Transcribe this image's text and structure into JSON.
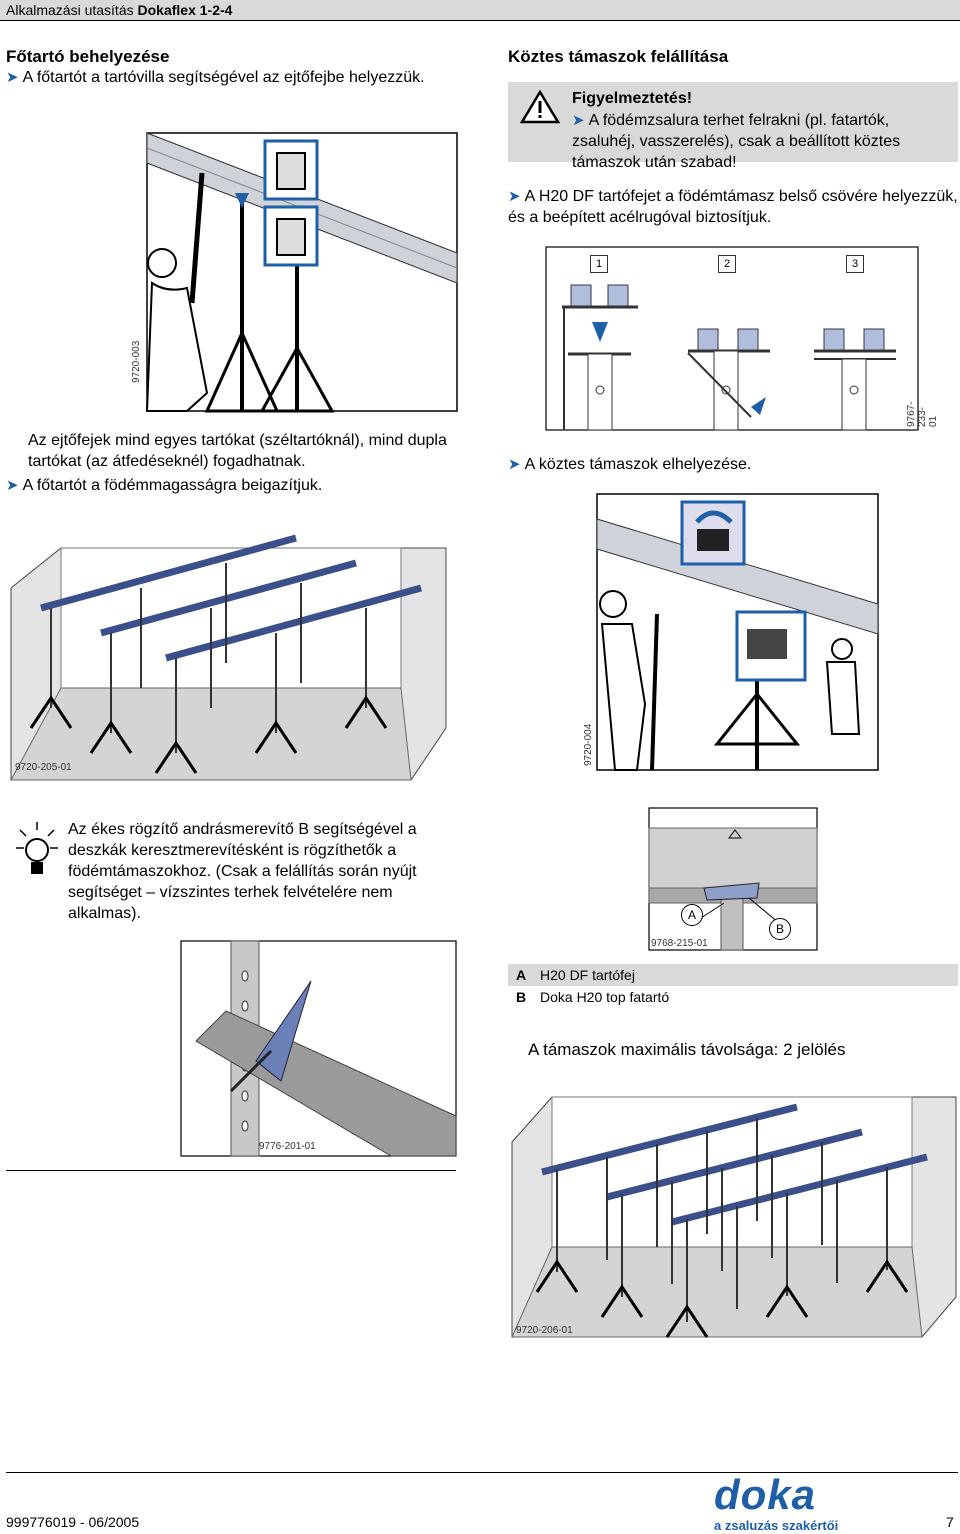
{
  "header": {
    "title_prefix": "Alkalmazási utasítás",
    "title_product": "Dokaflex 1-2-4"
  },
  "left_col": {
    "heading": "Főtartó behelyezése",
    "step1": "A főtartót a tartóvilla segítségével az ejtőfejbe helyezzük.",
    "fig1_code": "9720-003",
    "para1": "Az ejtőfejek mind egyes tartókat (széltartóknál), mind dupla tartókat (az átfedéseknél) fogadhatnak.",
    "step2": "A főtartót a födémmagasságra beigazítjuk.",
    "fig2_code": "9720-205-01",
    "tip": "Az ékes rögzítő andrásmerevítő B segítségével a deszkák keresztmerevítésként is rögzíthetők a födémtámaszokhoz. (Csak a felállítás során nyújt segítséget – vízszintes terhek felvételére nem alkalmas).",
    "fig3_code": "9776-201-01"
  },
  "right_col": {
    "heading": "Köztes támaszok felállítása",
    "warning_title": "Figyelmeztetés!",
    "warning_text": "A födémzsalura terhet felrakni (pl. fatartók, zsaluhéj, vasszerelés), csak a beállított köztes támaszok után szabad!",
    "step1": "A H20 DF tartófejet a födémtámasz belső csövére helyezzük, és a beépített acélrugóval biztosítjuk.",
    "fig1_steps": [
      "1",
      "2",
      "3"
    ],
    "fig1_code": "9767-233-01",
    "step2": "A köztes támaszok elhelyezése.",
    "fig2_code": "9720-004",
    "fig3_code": "9768-215-01",
    "fig3_labels": {
      "a": "A",
      "b": "B"
    },
    "legend": [
      {
        "key": "A",
        "text": "H20 DF tartófej"
      },
      {
        "key": "B",
        "text": "Doka H20 top fatartó"
      }
    ],
    "max_distance": "A támaszok maximális távolsága: 2 jelölés",
    "fig4_code": "9720-206-01"
  },
  "footer": {
    "doc_number": "999776019",
    "date": "- 06/2005",
    "logo": "doka",
    "tagline": "a zsaluzás szakértői",
    "page": "7"
  },
  "colors": {
    "accent": "#1e5fa8",
    "header_bg": "#d9d9d9",
    "beam_blue": "#5b74b0"
  }
}
